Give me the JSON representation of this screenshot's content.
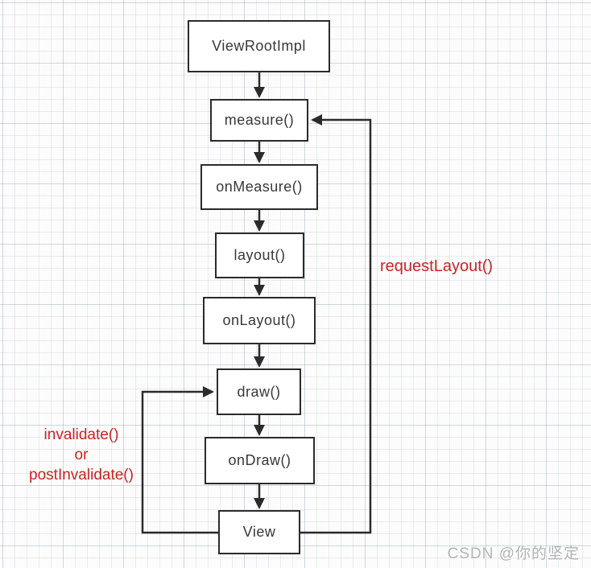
{
  "diagram": {
    "title_hint": "Android View rendering flow",
    "nodes": [
      {
        "id": "viewrootimpl",
        "label": "ViewRootImpl"
      },
      {
        "id": "measure",
        "label": "measure()"
      },
      {
        "id": "onmeasure",
        "label": "onMeasure()"
      },
      {
        "id": "layout",
        "label": "layout()"
      },
      {
        "id": "onlayout",
        "label": "onLayout()"
      },
      {
        "id": "draw",
        "label": "draw()"
      },
      {
        "id": "ondraw",
        "label": "onDraw()"
      },
      {
        "id": "view",
        "label": "View"
      }
    ],
    "annotations": {
      "request_layout": "requestLayout()",
      "invalidate_line1": "invalidate()",
      "invalidate_line2": "or",
      "invalidate_line3": "postInvalidate()"
    },
    "colors": {
      "box_border": "#2b2b2b",
      "box_text": "#383838",
      "arrow": "#2b2b2b",
      "annotation_red": "#cc2323",
      "watermark_gray": "#b3b3b3"
    }
  },
  "watermark": {
    "text": "CSDN @你的坚定"
  }
}
